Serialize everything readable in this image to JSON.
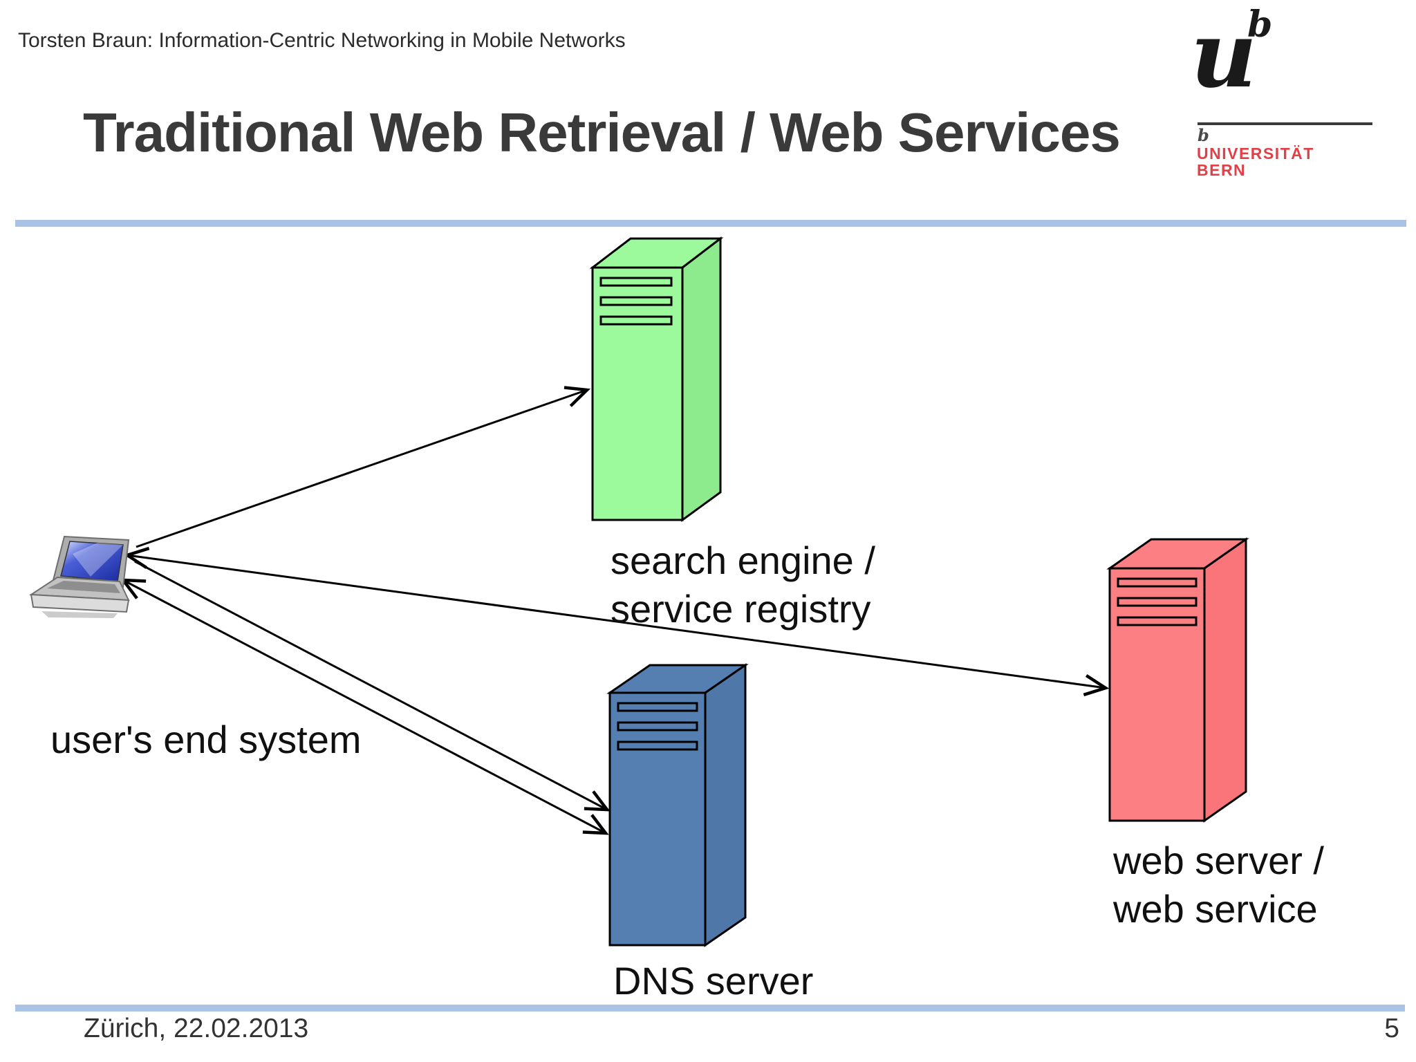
{
  "header": {
    "running_title": "Torsten Braun: Information-Centric Networking in Mobile Networks"
  },
  "title": "Traditional Web Retrieval / Web Services",
  "logo": {
    "monogram": "u",
    "monogram_superscript": "b",
    "small_mark": "b",
    "institution_line1": "UNIVERSITÄT",
    "institution_line2": "BERN",
    "brand_red": "#e04048"
  },
  "footer": {
    "location_date": "Zürich, 22.02.2013",
    "page_number": "5"
  },
  "diagram": {
    "accent_bar_color": "#a9c3e6",
    "line_color": "#000000",
    "nodes": {
      "user": {
        "label": "user's end system",
        "type": "laptop"
      },
      "search": {
        "label": "search engine /\nservice registry",
        "type": "server",
        "color": "#9cfa9c",
        "side_color": "#8deb8d"
      },
      "dns": {
        "label": "DNS server",
        "type": "server",
        "color": "#557fb1",
        "side_color": "#4f78a8"
      },
      "web": {
        "label": "web server /\nweb service",
        "type": "server",
        "color": "#fc7f83",
        "side_color": "#f97579"
      }
    },
    "edges": [
      {
        "from": "user",
        "to": "search",
        "arrows": "end"
      },
      {
        "from": "user",
        "to": "web",
        "arrows": "both"
      },
      {
        "from": "user",
        "to": "dns",
        "arrows": "end"
      },
      {
        "from": "user",
        "to": "dns",
        "arrows": "both"
      }
    ]
  }
}
